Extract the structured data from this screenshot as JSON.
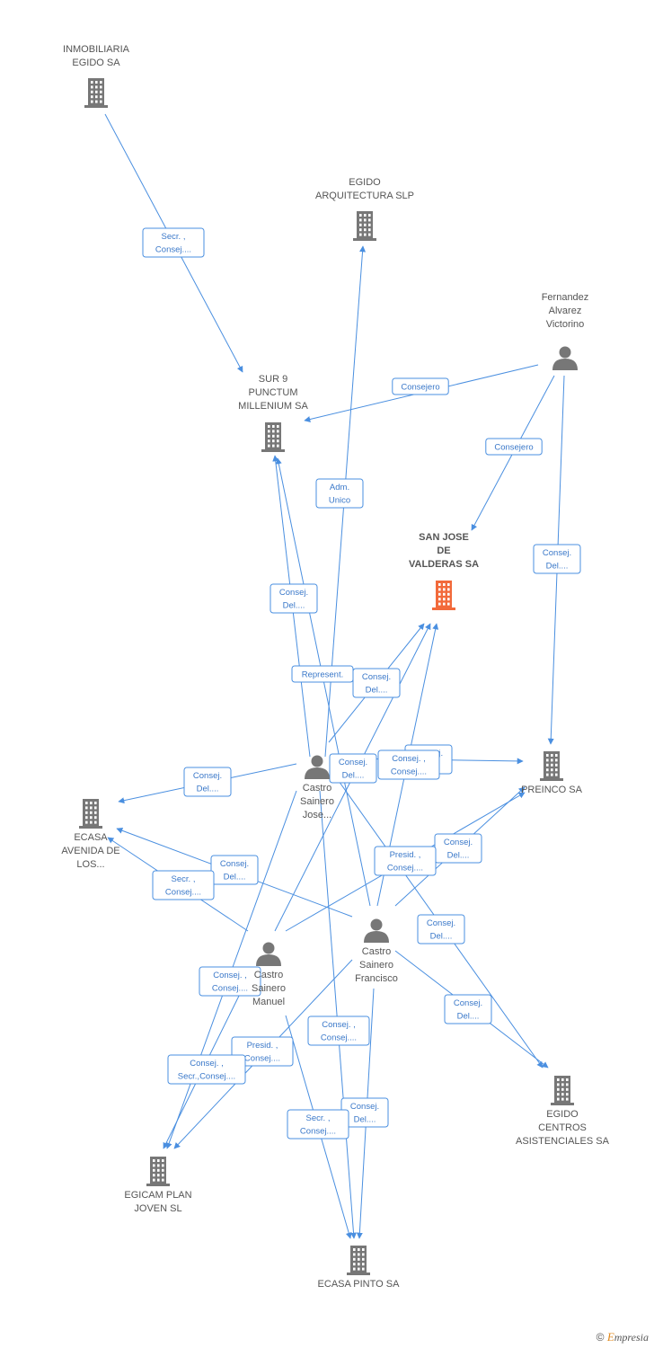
{
  "colors": {
    "edge": "#4a8fe0",
    "edge_text": "#3a78c9",
    "node_icon": "#777777",
    "main_node_icon": "#f26a3b",
    "label": "#555555"
  },
  "nodes": [
    {
      "id": "inmobiliaria",
      "type": "company",
      "label": [
        "INMOBILIARIA",
        "EGIDO SA"
      ],
      "main": false
    },
    {
      "id": "egido_arq",
      "type": "company",
      "label": [
        "EGIDO",
        "ARQUITECTURA SLP"
      ],
      "main": false
    },
    {
      "id": "fernandez",
      "type": "person",
      "label": [
        "Fernandez",
        "Alvarez",
        "Victorino"
      ],
      "main": false
    },
    {
      "id": "sur9",
      "type": "company",
      "label": [
        "SUR 9",
        "PUNCTUM",
        "MILLENIUM SA"
      ],
      "main": false
    },
    {
      "id": "sanjose",
      "type": "company",
      "label": [
        "SAN JOSE",
        "DE",
        "VALDERAS SA"
      ],
      "main": true
    },
    {
      "id": "preinco",
      "type": "company",
      "label": [
        "PREINCO SA"
      ],
      "main": false
    },
    {
      "id": "ecasa_av",
      "type": "company",
      "label": [
        "ECASA",
        "AVENIDA DE",
        "LOS..."
      ],
      "main": false
    },
    {
      "id": "castro_jose",
      "type": "person",
      "label": [
        "Castro",
        "Sainero",
        "Jose..."
      ],
      "main": false
    },
    {
      "id": "castro_fran",
      "type": "person",
      "label": [
        "Castro",
        "Sainero",
        "Francisco"
      ],
      "main": false
    },
    {
      "id": "castro_manuel",
      "type": "person",
      "label": [
        "Castro",
        "Sainero",
        "Manuel"
      ],
      "main": false
    },
    {
      "id": "egido_centros",
      "type": "company",
      "label": [
        "EGIDO",
        "CENTROS",
        "ASISTENCIALES SA"
      ],
      "main": false
    },
    {
      "id": "egicam",
      "type": "company",
      "label": [
        "EGICAM PLAN",
        "JOVEN SL"
      ],
      "main": false
    },
    {
      "id": "ecasa_pinto",
      "type": "company",
      "label": [
        "ECASA PINTO SA"
      ],
      "main": false
    }
  ],
  "edges": [
    {
      "from": "inmobiliaria",
      "to": "sur9",
      "label": [
        "Secr. ,",
        "Consej...."
      ]
    },
    {
      "from": "fernandez",
      "to": "sur9",
      "label": [
        "Consejero"
      ]
    },
    {
      "from": "fernandez",
      "to": "sanjose",
      "label": [
        "Consejero"
      ]
    },
    {
      "from": "fernandez",
      "to": "preinco",
      "label": [
        "Consej.",
        "Del...."
      ]
    },
    {
      "from": "castro_jose",
      "to": "egido_arq",
      "label": [
        "Adm.",
        "Unico"
      ]
    },
    {
      "from": "castro_jose",
      "to": "sur9",
      "label": [
        "Consej.",
        "Del...."
      ]
    },
    {
      "from": "castro_jose",
      "to": "sanjose",
      "label": [
        "Consej.",
        "Del...."
      ]
    },
    {
      "from": "castro_jose",
      "to": "ecasa_av",
      "label": [
        "Consej.",
        "Del...."
      ]
    },
    {
      "from": "castro_jose",
      "to": "preinco",
      "label": [
        "Consej.",
        "Del...."
      ]
    },
    {
      "from": "castro_jose",
      "to": "egido_centros",
      "label": [
        "Consej.",
        "Del...."
      ]
    },
    {
      "from": "castro_jose",
      "to": "egicam",
      "label": [
        "Consej. ,",
        "Consej...."
      ]
    },
    {
      "from": "castro_jose",
      "to": "ecasa_pinto",
      "label": [
        "Consej. ,",
        "Consej...."
      ]
    },
    {
      "from": "castro_fran",
      "to": "sur9",
      "label": [
        "Represent."
      ]
    },
    {
      "from": "castro_fran",
      "to": "sanjose",
      "label": [
        "Consej. ,",
        "Consej...."
      ]
    },
    {
      "from": "castro_fran",
      "to": "preinco",
      "label": [
        "Consej.",
        "Del...."
      ]
    },
    {
      "from": "castro_fran",
      "to": "ecasa_av",
      "label": [
        "Consej.",
        "Del...."
      ]
    },
    {
      "from": "castro_fran",
      "to": "egido_centros",
      "label": [
        "Consej.",
        "Del...."
      ]
    },
    {
      "from": "castro_fran",
      "to": "egicam",
      "label": [
        "Presid. ,",
        "Consej...."
      ]
    },
    {
      "from": "castro_fran",
      "to": "ecasa_pinto",
      "label": [
        "Consej.",
        "Del...."
      ]
    },
    {
      "from": "castro_manuel",
      "to": "sanjose",
      "label": [
        "Consej.",
        "Del...."
      ]
    },
    {
      "from": "castro_manuel",
      "to": "preinco",
      "label": [
        "Presid. ,",
        "Consej...."
      ]
    },
    {
      "from": "castro_manuel",
      "to": "ecasa_av",
      "label": [
        "Secr. ,",
        "Consej...."
      ]
    },
    {
      "from": "castro_manuel",
      "to": "egicam",
      "label": [
        "Consej. ,",
        "Secr.,Consej...."
      ]
    },
    {
      "from": "castro_manuel",
      "to": "ecasa_pinto",
      "label": [
        "Secr. ,",
        "Consej...."
      ]
    }
  ],
  "footer": {
    "copyright_symbol": "©",
    "brand_initial": "E",
    "brand_rest": "mpresia"
  }
}
